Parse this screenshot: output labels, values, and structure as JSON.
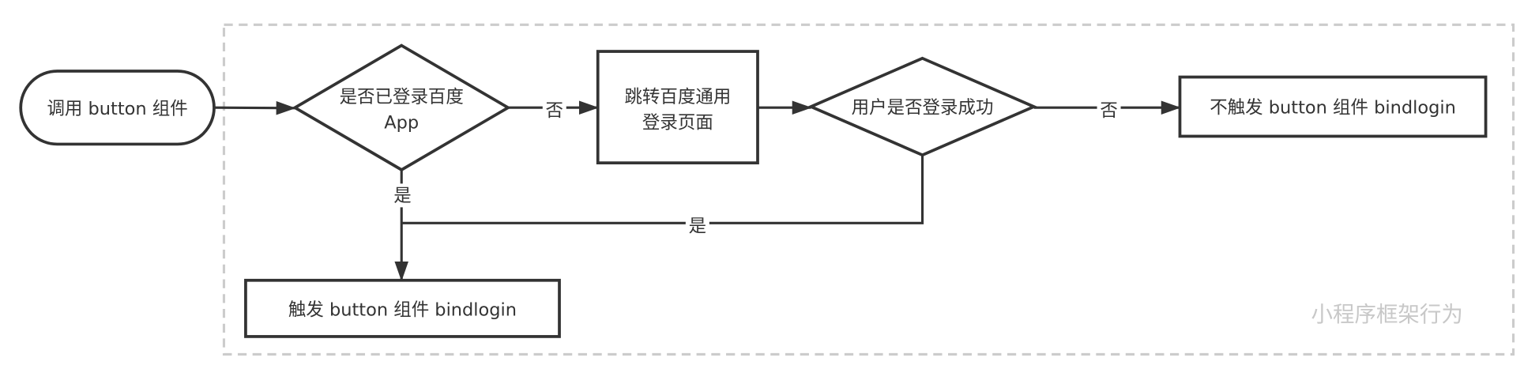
{
  "diagram": {
    "group_label": "小程序框架行为",
    "nodes": {
      "start": "调用 button 组件",
      "check_login_line1": "是否已登录百度",
      "check_login_line2": "App",
      "goto_login_line1": "跳转百度通用",
      "goto_login_line2": "登录页面",
      "login_success": "用户是否登录成功",
      "not_trigger": "不触发 button 组件 bindlogin",
      "trigger": "触发 button 组件 bindlogin"
    },
    "edge_labels": {
      "check_no": "否",
      "check_yes": "是",
      "success_no": "否",
      "success_yes": "是"
    },
    "colors": {
      "stroke": "#333333",
      "group_border": "#cccccc",
      "watermark": "#c8c8c8"
    }
  }
}
